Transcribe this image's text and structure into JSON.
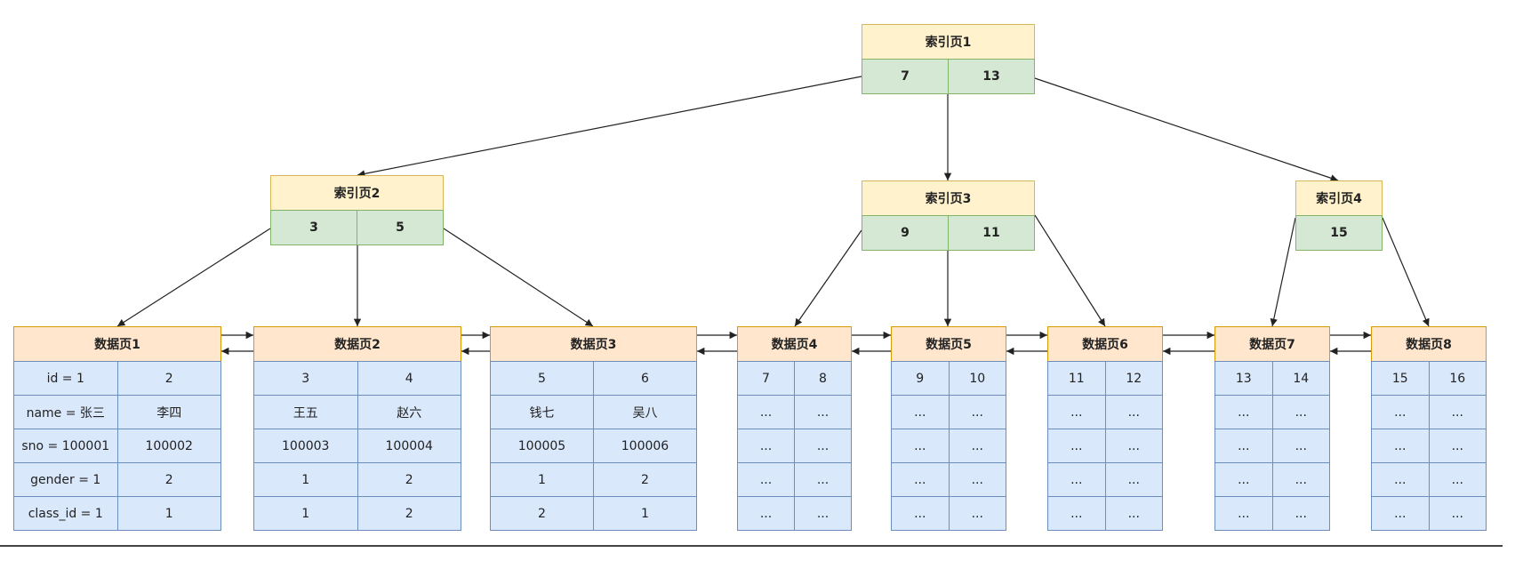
{
  "index_pages": [
    {
      "id": "idx1",
      "title": "索引页1",
      "keys": [
        "7",
        "13"
      ]
    },
    {
      "id": "idx2",
      "title": "索引页2",
      "keys": [
        "3",
        "5"
      ]
    },
    {
      "id": "idx3",
      "title": "索引页3",
      "keys": [
        "9",
        "11"
      ]
    },
    {
      "id": "idx4",
      "title": "索引页4",
      "keys": [
        "15"
      ]
    }
  ],
  "data_pages": [
    {
      "id": "dp1",
      "title": "数据页1",
      "rows": [
        [
          "id = 1",
          "2"
        ],
        [
          "name = 张三",
          "李四"
        ],
        [
          "sno = 100001",
          "100002"
        ],
        [
          "gender = 1",
          "2"
        ],
        [
          "class_id = 1",
          "1"
        ]
      ]
    },
    {
      "id": "dp2",
      "title": "数据页2",
      "rows": [
        [
          "3",
          "4"
        ],
        [
          "王五",
          "赵六"
        ],
        [
          "100003",
          "100004"
        ],
        [
          "1",
          "2"
        ],
        [
          "1",
          "2"
        ]
      ]
    },
    {
      "id": "dp3",
      "title": "数据页3",
      "rows": [
        [
          "5",
          "6"
        ],
        [
          "钱七",
          "吴八"
        ],
        [
          "100005",
          "100006"
        ],
        [
          "1",
          "2"
        ],
        [
          "2",
          "1"
        ]
      ]
    },
    {
      "id": "dp4",
      "title": "数据页4",
      "rows": [
        [
          "7",
          "8"
        ],
        [
          "...",
          "..."
        ],
        [
          "...",
          "..."
        ],
        [
          "...",
          "..."
        ],
        [
          "...",
          "..."
        ]
      ]
    },
    {
      "id": "dp5",
      "title": "数据页5",
      "rows": [
        [
          "9",
          "10"
        ],
        [
          "...",
          "..."
        ],
        [
          "...",
          "..."
        ],
        [
          "...",
          "..."
        ],
        [
          "...",
          "..."
        ]
      ]
    },
    {
      "id": "dp6",
      "title": "数据页6",
      "rows": [
        [
          "11",
          "12"
        ],
        [
          "...",
          "..."
        ],
        [
          "...",
          "..."
        ],
        [
          "...",
          "..."
        ],
        [
          "...",
          "..."
        ]
      ]
    },
    {
      "id": "dp7",
      "title": "数据页7",
      "rows": [
        [
          "13",
          "14"
        ],
        [
          "...",
          "..."
        ],
        [
          "...",
          "..."
        ],
        [
          "...",
          "..."
        ],
        [
          "...",
          "..."
        ]
      ]
    },
    {
      "id": "dp8",
      "title": "数据页8",
      "rows": [
        [
          "15",
          "16"
        ],
        [
          "...",
          "..."
        ],
        [
          "...",
          "..."
        ],
        [
          "...",
          "..."
        ],
        [
          "...",
          "..."
        ]
      ]
    }
  ],
  "colors": {
    "index_header": "#fff2cc",
    "index_key": "#d5e8d4",
    "data_header": "#ffe6cc",
    "data_cell": "#dae8fc",
    "edge": "#222222"
  }
}
